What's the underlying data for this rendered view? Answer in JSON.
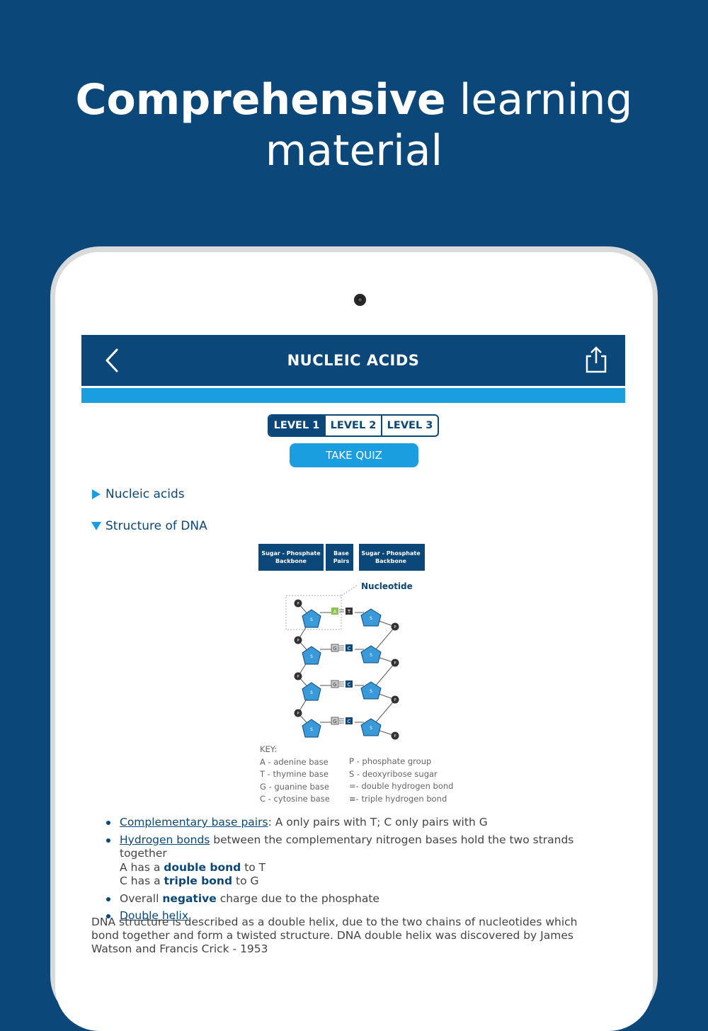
{
  "headline": {
    "bold": "Comprehensive",
    "rest_line1": " learning",
    "line2": "material"
  },
  "appbar": {
    "title": "NUCLEIC ACIDS",
    "back_icon": "chevron-left-icon",
    "share_icon": "share-icon"
  },
  "levels": [
    "LEVEL 1",
    "LEVEL 2",
    "LEVEL 3"
  ],
  "selected_level": "LEVEL 1",
  "quiz_button": "TAKE QUIZ",
  "sections": [
    {
      "label": "Nucleic acids",
      "expanded": false
    },
    {
      "label": "Structure of DNA",
      "expanded": true
    }
  ],
  "diagram": {
    "headers": [
      [
        "Sugar - Phosphate",
        "Backbone"
      ],
      [
        "Base",
        "Pairs"
      ],
      [
        "Sugar - Phosphate",
        "Backbone"
      ]
    ],
    "nucleotide_label": "Nucleotide",
    "key_title": "KEY:",
    "key_left": [
      "A - adenine base",
      "T - thymine base",
      "G - guanine base",
      "C - cytosine base"
    ],
    "key_right": [
      "P - phosphate group",
      "S - deoxyribose sugar",
      "- double hydrogen bond",
      "- triple hydrogen bond"
    ],
    "pairs": [
      [
        "A",
        "T"
      ],
      [
        "G",
        "C"
      ],
      [
        "G",
        "C"
      ],
      [
        "G",
        "C"
      ]
    ],
    "sugar_letter": "S",
    "phosphate_letter": "P"
  },
  "bullets": {
    "b1_link": "Complementary base pairs",
    "b1_rest": ": A only pairs with T; C only pairs with G",
    "b2_link": "Hydrogen bonds",
    "b2_rest": " between the complementary nitrogen bases hold the two strands together",
    "b2_l2_a": "A has a ",
    "b2_l2_b": "double bond",
    "b2_l2_c": " to T",
    "b2_l3_a": "C has a ",
    "b2_l3_b": "triple bond",
    "b2_l3_c": " to G",
    "b3_a": "Overall ",
    "b3_b": "negative",
    "b3_c": " charge due to the phosphate",
    "b4_link": "Double helix"
  },
  "paragraph": "DNA structure is described as a double helix, due to the two chains of nucleotides which bond together and form a twisted structure. DNA double helix was discovered by James Watson and Francis Crick - 1953",
  "colors": {
    "brand": "#0b4778",
    "accent": "#1b9ee0",
    "sugar": "#3a9ad9",
    "adenine": "#8bc34a"
  }
}
